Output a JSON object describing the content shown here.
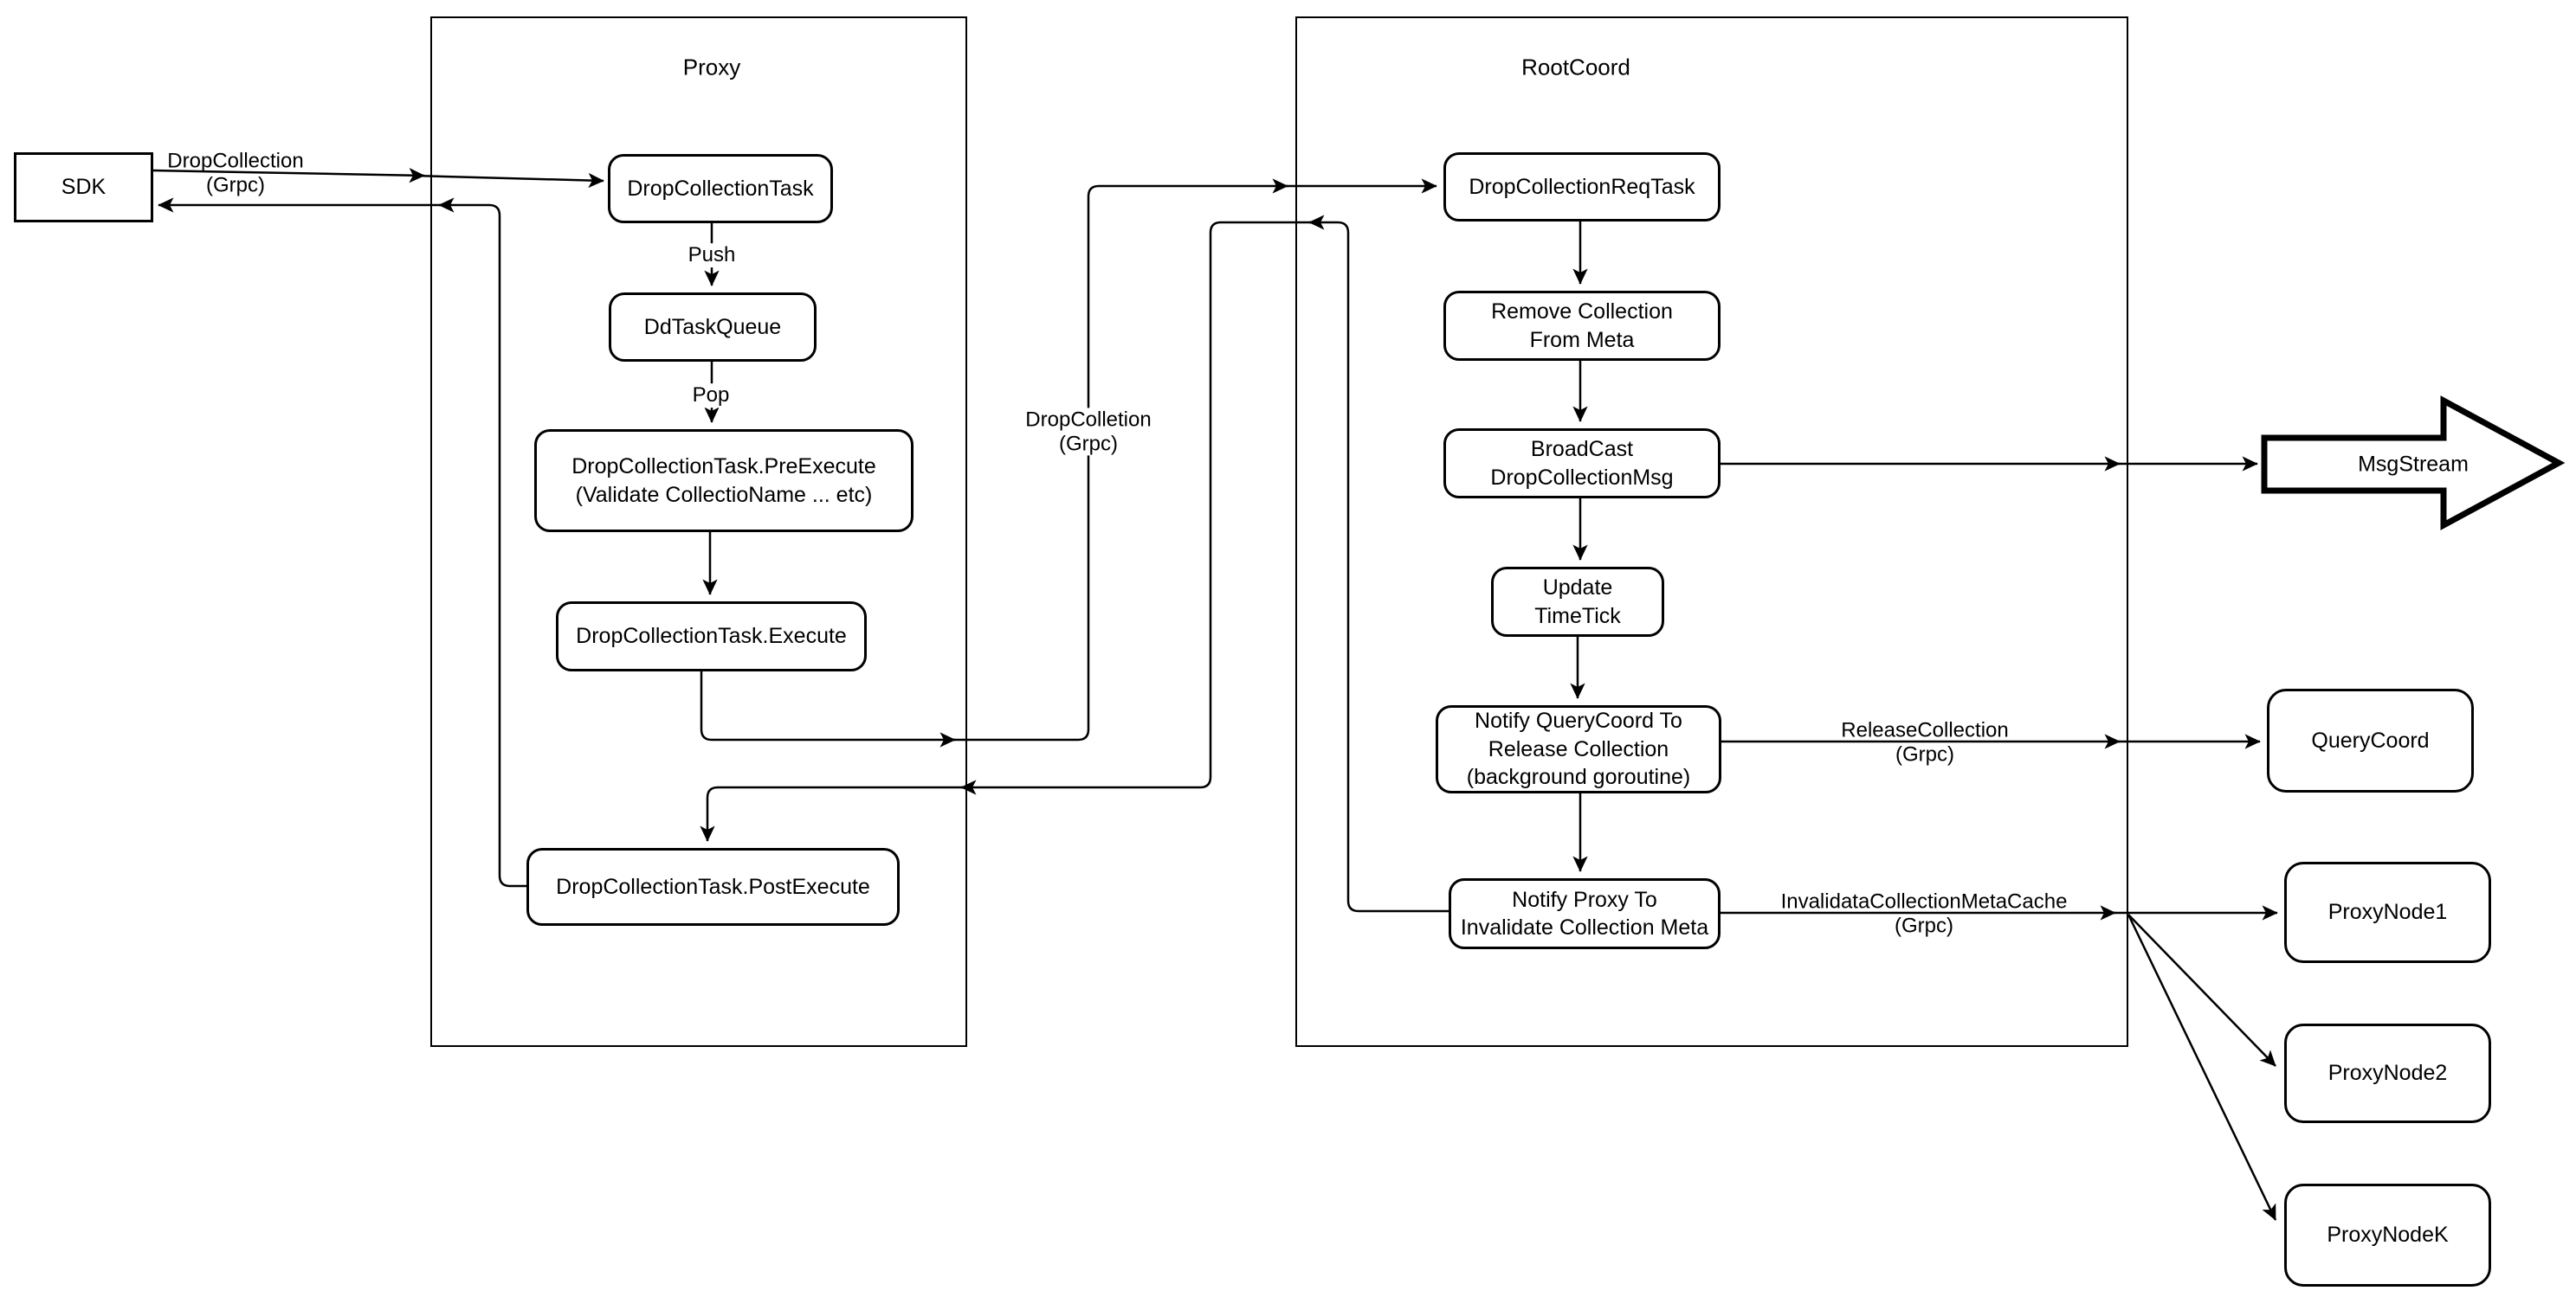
{
  "diagram": {
    "colors": {
      "stroke": "#000000",
      "fill": "#ffffff"
    },
    "containers": {
      "proxy": {
        "title": "Proxy"
      },
      "rootcoord": {
        "title": "RootCoord"
      }
    },
    "nodes": {
      "sdk": {
        "label": "SDK"
      },
      "drop_collection_task": {
        "label": "DropCollectionTask"
      },
      "dd_task_queue": {
        "label": "DdTaskQueue"
      },
      "pre_execute": {
        "label": "DropCollectionTask.PreExecute\n(Validate CollectioName ... etc)"
      },
      "execute": {
        "label": "DropCollectionTask.Execute"
      },
      "post_execute": {
        "label": "DropCollectionTask.PostExecute"
      },
      "req_task": {
        "label": "DropCollectionReqTask"
      },
      "remove_meta": {
        "label": "Remove Collection\nFrom Meta"
      },
      "broadcast_msg": {
        "label": "BroadCast\nDropCollectionMsg"
      },
      "update_timetick": {
        "label": "Update TimeTick"
      },
      "notify_querycoord": {
        "label": "Notify QueryCoord To\nRelease Collection\n(background goroutine)"
      },
      "notify_proxy": {
        "label": "Notify Proxy To\nInvalidate Collection Meta"
      },
      "msgstream": {
        "label": "MsgStream"
      },
      "querycoord": {
        "label": "QueryCoord"
      },
      "proxynode1": {
        "label": "ProxyNode1"
      },
      "proxynode2": {
        "label": "ProxyNode2"
      },
      "proxynodek": {
        "label": "ProxyNodeK"
      }
    },
    "edge_labels": {
      "sdk_grpc": "DropCollection\n(Grpc)",
      "push": "Push",
      "pop": "Pop",
      "mid_grpc": "DropColletion\n(Grpc)",
      "release": "ReleaseCollection\n(Grpc)",
      "invalidate": "InvalidataCollectionMetaCache\n(Grpc)"
    }
  }
}
